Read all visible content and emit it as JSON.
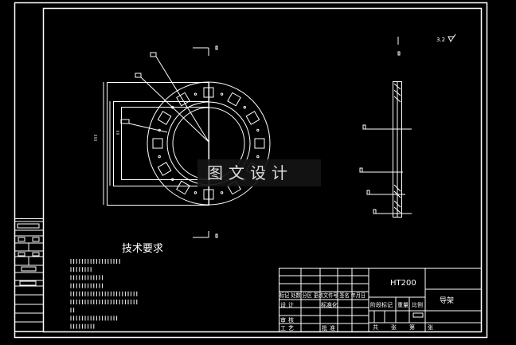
{
  "drawing": {
    "background": "#000000",
    "line_color": "#ffffff",
    "roughness": "3.2",
    "tech_requirements_title": "技术要求",
    "material": "HT200",
    "part_name": "导架",
    "watermark": "图文设计"
  },
  "title_block": {
    "revision_header": "标记 处数 分区 更改文件号 签名 年月日",
    "design": "设计",
    "standardization": "标准化",
    "review": "审核",
    "process": "工艺",
    "approve": "批准",
    "stage_mark": "阶段标记",
    "weight": "重量",
    "scale": "比例",
    "sheets": "共  张  第  张"
  }
}
